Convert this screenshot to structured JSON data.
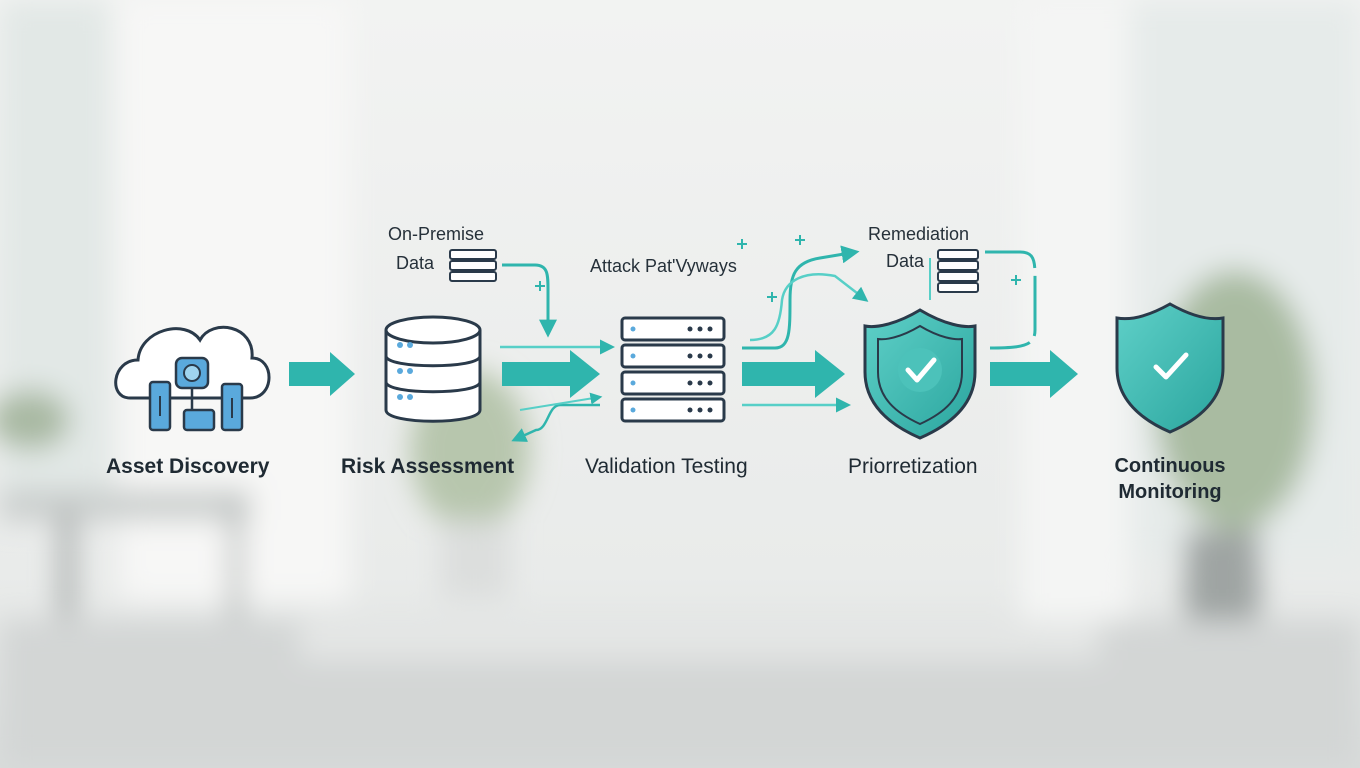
{
  "stages": [
    {
      "label": "Asset Discovery",
      "icon": "cloud-devices-icon"
    },
    {
      "label": "Risk Assessment",
      "icon": "database-icon"
    },
    {
      "label": "Validation Testing",
      "icon": "server-rack-icon"
    },
    {
      "label": "Priorretization",
      "icon": "shield-check-icon"
    },
    {
      "label_line1": "Continuous",
      "label_line2": "Monitoring",
      "icon": "shield-check-icon"
    }
  ],
  "annotations": {
    "on_premise_line1": "On-Premise",
    "on_premise_line2": "Data",
    "attack_pathways": "Attack Pat'Vyways",
    "remediation_line1": "Remediation",
    "remediation_line2": "Data"
  },
  "colors": {
    "accent": "#2fb5ad",
    "accent_light": "#57cfc7",
    "outline": "#2a3a4a",
    "icon_blue": "#5aa9dc",
    "background": "#eef0ef"
  }
}
